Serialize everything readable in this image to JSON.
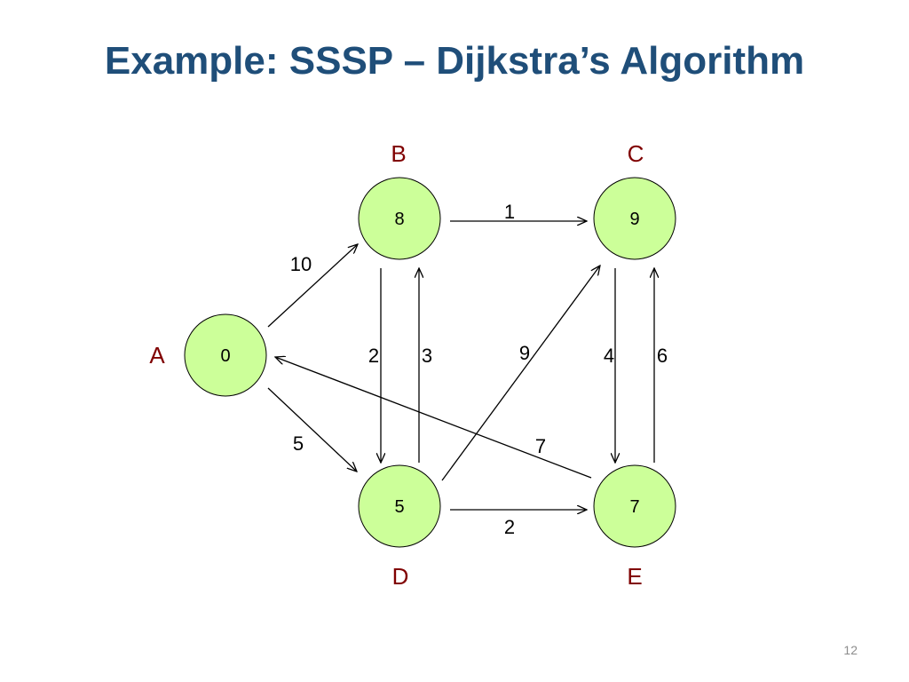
{
  "slide": {
    "title": "Example: SSSP – Dijkstra’s Algorithm",
    "page_number": "12"
  },
  "colors": {
    "title": "#1f4e79",
    "node_fill": "#ccff99",
    "node_label": "#800000",
    "edge": "#000000"
  },
  "graph": {
    "nodes": {
      "A": {
        "name": "A",
        "distance": "0"
      },
      "B": {
        "name": "B",
        "distance": "8"
      },
      "C": {
        "name": "C",
        "distance": "9"
      },
      "D": {
        "name": "D",
        "distance": "5"
      },
      "E": {
        "name": "E",
        "distance": "7"
      }
    },
    "edges": [
      {
        "from": "A",
        "to": "B",
        "weight": "10"
      },
      {
        "from": "A",
        "to": "D",
        "weight": "5"
      },
      {
        "from": "B",
        "to": "C",
        "weight": "1"
      },
      {
        "from": "B",
        "to": "D",
        "weight": "2"
      },
      {
        "from": "D",
        "to": "B",
        "weight": "3"
      },
      {
        "from": "D",
        "to": "C",
        "weight": "9"
      },
      {
        "from": "C",
        "to": "E",
        "weight": "4"
      },
      {
        "from": "E",
        "to": "C",
        "weight": "6"
      },
      {
        "from": "E",
        "to": "A",
        "weight": "7"
      },
      {
        "from": "D",
        "to": "E",
        "weight": "2"
      }
    ]
  }
}
